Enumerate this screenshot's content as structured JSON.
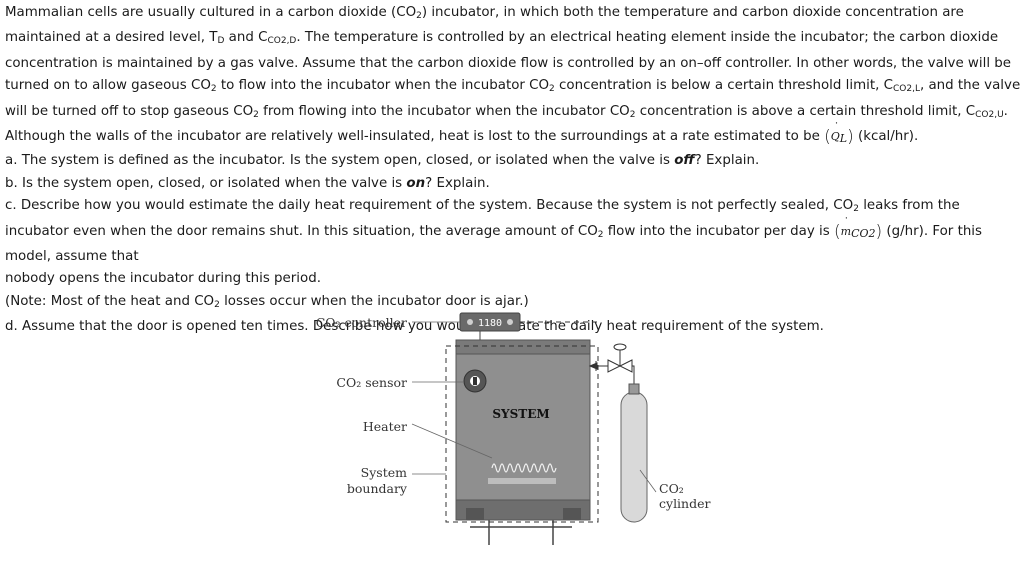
{
  "intro": {
    "s1": "Mammalian cells are usually cultured in a carbon dioxide (CO",
    "s1_sub": "2",
    "s2": ") incubator, in which both the temperature and carbon dioxide concentration are maintained at a desired level, T",
    "s2_sub": "D",
    "s3": " and C",
    "s3_sub": "CO2,D",
    "s4": ". The temperature is controlled by an electrical heating element inside the incubator; the carbon dioxide concentration is maintained by a gas valve. Assume that the carbon dioxide flow is controlled by an on–off controller. In other words, the valve will be turned on to allow gaseous CO",
    "s4_sub": "2",
    "s5": " to flow into the incubator when the incubator CO",
    "s5_sub": "2",
    "s6": " concentration is below a certain threshold limit, C",
    "s6_sub": "CO2,L",
    "s7": ", and the valve will be turned off to stop gaseous CO",
    "s7_sub": "2",
    "s8": " from flowing into the incubator when the incubator CO",
    "s8_sub": "2",
    "s9": " concentration is above a certain threshold limit, C",
    "s9_sub": "CO2,U",
    "s10": ". Although the walls of the incubator are relatively well-insulated, heat is lost to the surroundings at a rate estimated to be ",
    "q_symbol": "Q",
    "q_sub": "L",
    "s11": " (kcal/hr)."
  },
  "question_a": {
    "pre": "a. The system is defined as the incubator. Is the system open, closed, or isolated when the valve is ",
    "emph": "off",
    "post": "? Explain."
  },
  "question_b": {
    "pre": "b. Is the system open, closed, or isolated when the valve is ",
    "emph": "on",
    "post": "? Explain."
  },
  "question_c": {
    "s1": "c. Describe how you would estimate the daily heat requirement of the system. Because the system is not perfectly sealed, CO",
    "s1_sub": "2",
    "s2": " leaks from the incubator even when the door remains shut. In this situation, the average amount of CO",
    "s2_sub": "2",
    "s3": " flow into the incubator per day is ",
    "m_symbol": "m",
    "m_sub": "CO2",
    "s4": " (g/hr). For this model, assume that",
    "s5": "nobody opens the incubator during this period."
  },
  "note": {
    "s1": "(Note: Most of the heat and CO",
    "s1_sub": "2",
    "s2": " losses occur when the incubator door is ajar.)"
  },
  "question_d": {
    "text": "d. Assume that the door is opened ten times. Describe how you would estimate the daily heat requirement of the system."
  },
  "diagram": {
    "label_controller": "CO₂ controller",
    "controller_display": "1180",
    "label_sensor": "CO₂ sensor",
    "label_heater": "Heater",
    "label_boundary_1": "System",
    "label_boundary_2": "boundary",
    "label_system": "SYSTEM",
    "label_cylinder_1": "CO₂",
    "label_cylinder_2": "cylinder",
    "colors": {
      "cabinet": "#8f8f8f",
      "cabinet_dark": "#6e6e6e",
      "cylinder": "#d9d9d9",
      "controller": "#6a6a6a"
    }
  }
}
